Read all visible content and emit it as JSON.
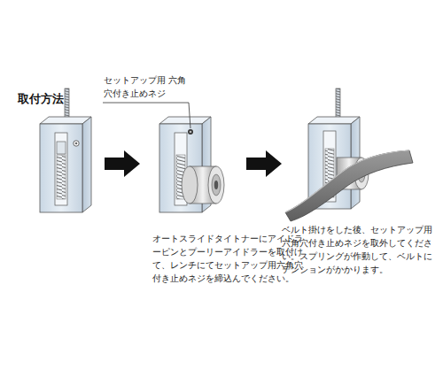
{
  "diagram": {
    "title": "取付方法",
    "labels": [
      "セットアップ用 六角穴付き止めネジ",
      "オートスライドタイトナーにアイドラーピンとプーリーアイドラーを取付けて、レンチにてセットアップ用六角穴付き止めネジを締込んでください。",
      "ベルト掛けをした後、セットアップ用六角穴付き止めネジを取外してください。スプリングが作動して、ベルトにテンションがかかります。"
    ]
  }
}
